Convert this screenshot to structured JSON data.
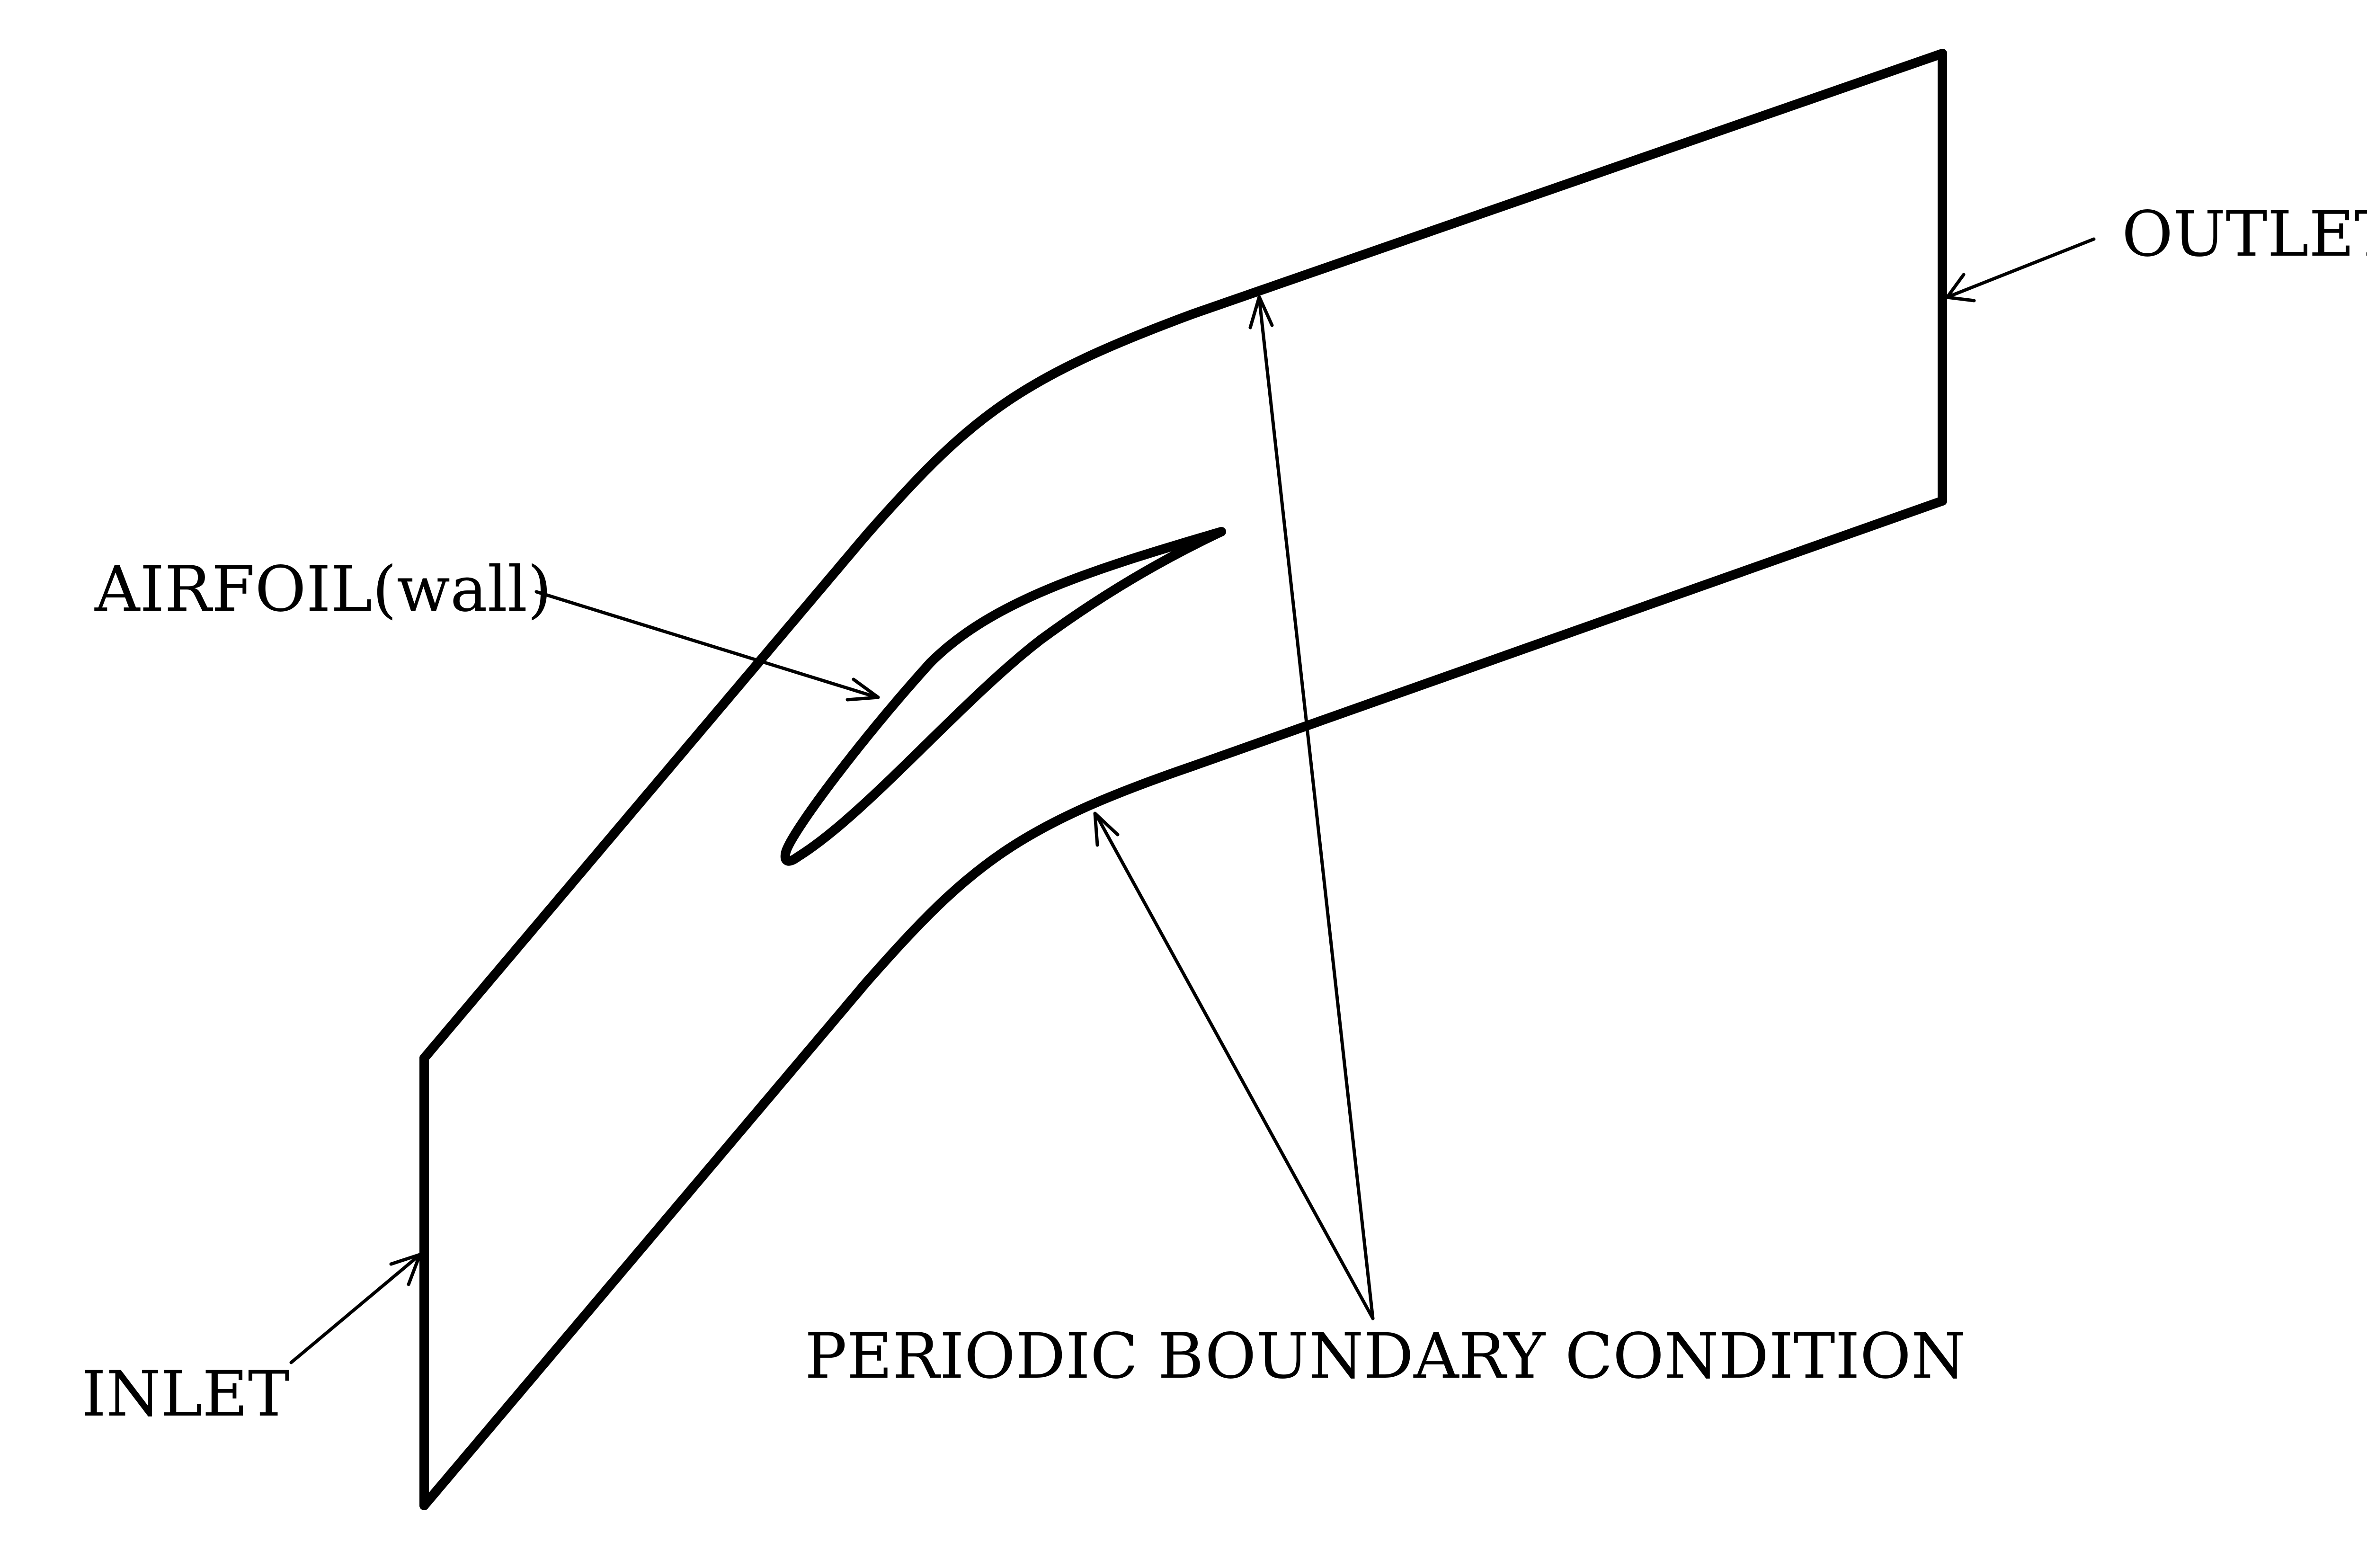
{
  "labels": {
    "outlet": "OUTLET",
    "airfoil": "AIRFOIL(wall)",
    "inlet": "INLET",
    "periodic": "PERIODIC BOUNDARY CONDITION"
  },
  "colors": {
    "stroke": "#000000",
    "background": "#ffffff"
  }
}
